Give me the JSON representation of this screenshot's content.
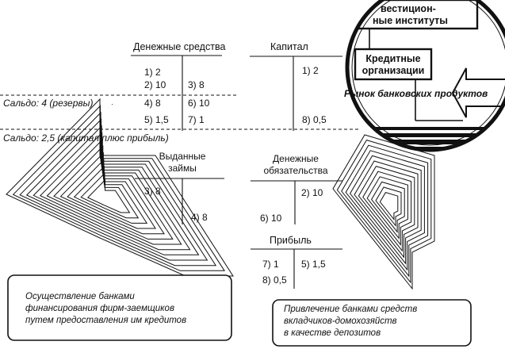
{
  "colors": {
    "ink": "#111111",
    "paper": "#ffffff",
    "box_shadow": "#333333"
  },
  "accounts": {
    "cash": {
      "title": "Денежные средства",
      "rows": [
        {
          "left": "1) 2",
          "right": ""
        },
        {
          "left": "2) 10",
          "right": "3) 8"
        },
        {
          "left": "4) 8",
          "right": "6) 10"
        },
        {
          "left": "5) 1,5",
          "right": "7) 1"
        }
      ]
    },
    "capital": {
      "title": "Капитал",
      "left": "",
      "right_entries": [
        "1) 2",
        "8) 0,5"
      ]
    },
    "loans": {
      "title_line1": "Выданные",
      "title_line2": "займы",
      "left": "3) 8",
      "right": "4) 8"
    },
    "liabilities": {
      "title_line1": "Денежные",
      "title_line2": "обязательства",
      "right": "2) 10",
      "left": "6) 10"
    },
    "profit": {
      "title": "Прибыль",
      "left_entries": [
        "7) 1",
        "8) 0,5"
      ],
      "right": "5) 1,5"
    }
  },
  "balances": {
    "reserves": "Сальдо: 4 (резервы)",
    "capital_plus_profit": "Сальдо: 2,5 (капитал плюс прибыль)"
  },
  "inset": {
    "top_box_line1": "вестицион-",
    "top_box_line2": "ные институты",
    "credit_box_line1": "Кредитные",
    "credit_box_line2": "организации",
    "market_label": "Рынок банковских продуктов"
  },
  "captions": {
    "left_line1": "Осуществление банками",
    "left_line2": "финансирования фирм-заемщиков",
    "left_line3": "путем предоставления им кредитов",
    "right_line1": "Привлечение банками средств",
    "right_line2": "вкладчиков-домохозяйств",
    "right_line3": "в качестве депозитов"
  }
}
